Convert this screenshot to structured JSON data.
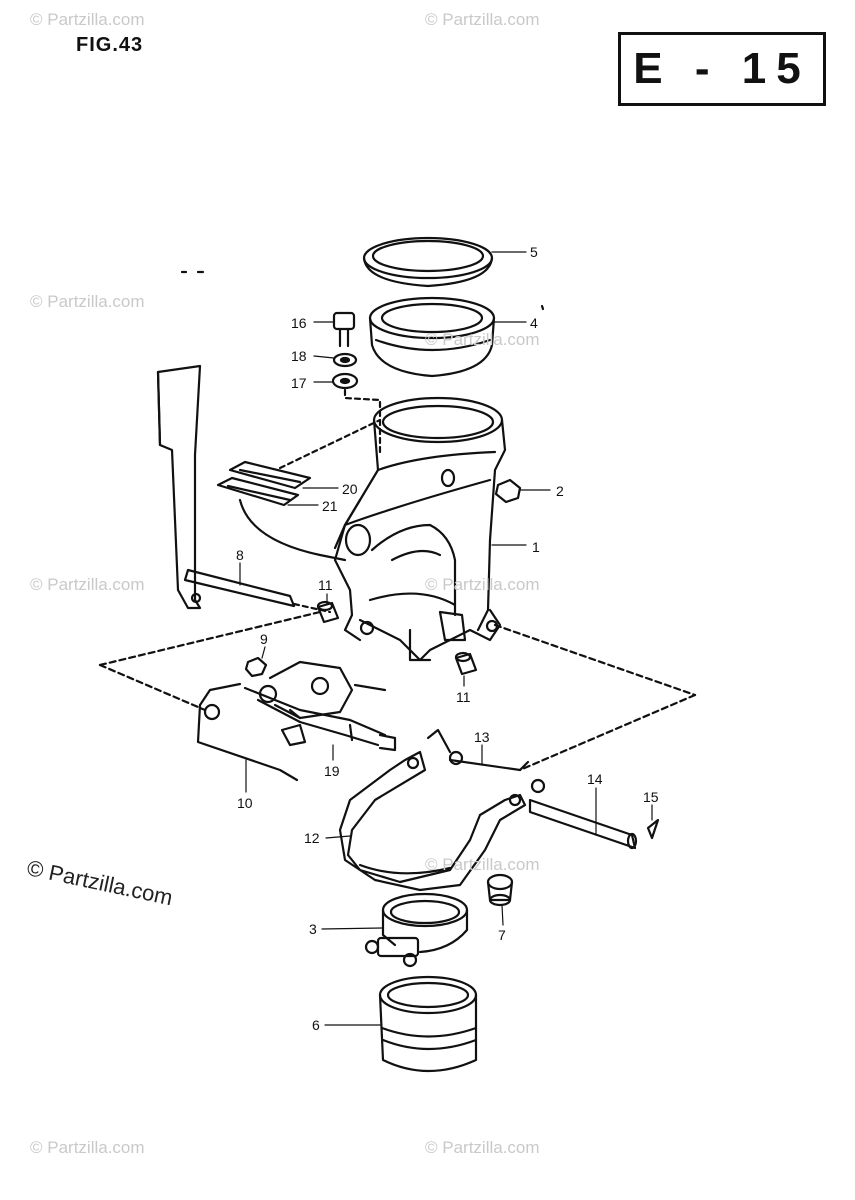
{
  "figure_label": "FIG.43",
  "section_code": "E - 15",
  "watermark_text": "© Partzilla.com",
  "watermark_main": "© Partzilla.com",
  "callouts": {
    "c1": "1",
    "c2": "2",
    "c3": "3",
    "c4": "4",
    "c5": "5",
    "c6": "6",
    "c7": "7",
    "c8": "8",
    "c9": "9",
    "c10": "10",
    "c11a": "11",
    "c11b": "11",
    "c12": "12",
    "c13": "13",
    "c14": "14",
    "c15": "15",
    "c16": "16",
    "c17": "17",
    "c18": "18",
    "c19": "19",
    "c20": "20",
    "c21": "21"
  }
}
